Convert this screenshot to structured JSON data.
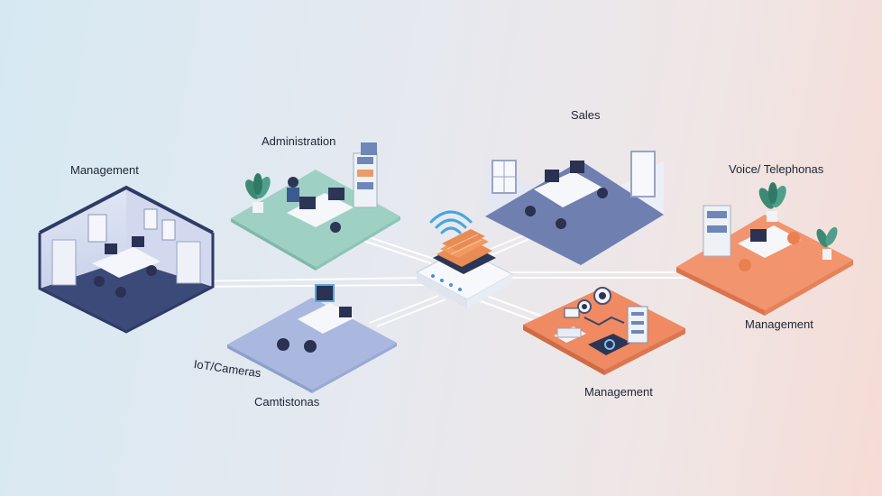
{
  "labels": {
    "management_left": "Management",
    "administration": "Administration",
    "sales": "Sales",
    "voice": "Voice/ Telephonas",
    "management_right": "Management",
    "management_bottom": "Management",
    "iot": "IoT/Cameras",
    "camtistonas": "Camtistonas"
  },
  "colors": {
    "management_left": "#3b4a78",
    "administration": "#9fd0c4",
    "sales": "#6f7fb0",
    "voice": "#f2946e",
    "management_bottom": "#ef8a62",
    "iot": "#aab8e0",
    "firewall": "#e88b54",
    "wifi": "#43a7e0"
  },
  "icons": {
    "wifi": "wifi-icon",
    "firewall": "firewall-icon",
    "plant": "plant-icon",
    "camera": "camera-icon"
  }
}
